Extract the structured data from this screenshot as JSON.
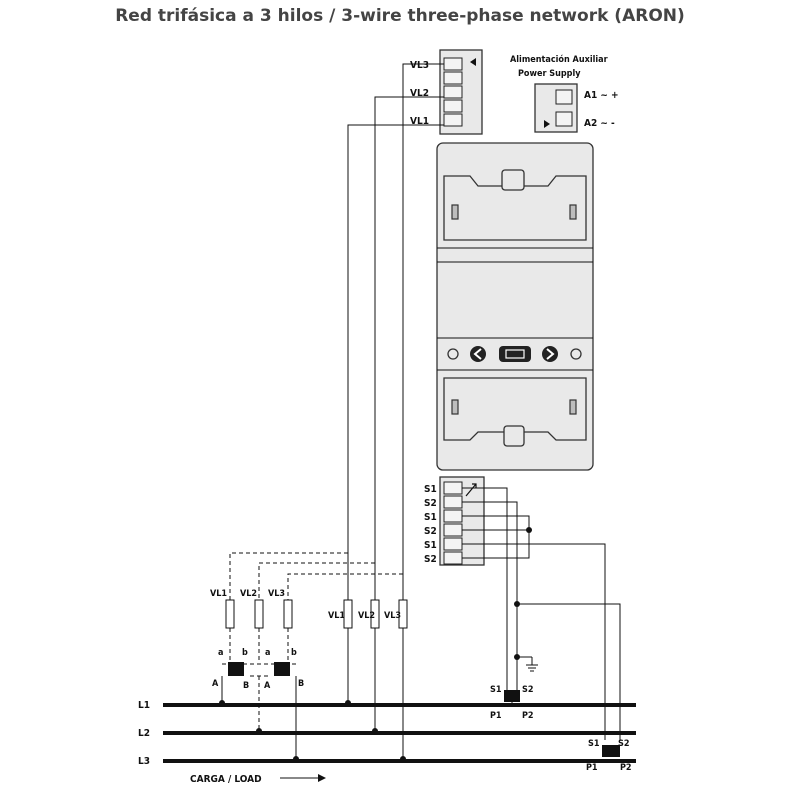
{
  "title": "Red trifásica a 3 hilos / 3-wire three-phase network (ARON)",
  "power_supply": {
    "label_es": "Alimentación Auxiliar",
    "label_en": "Power Supply",
    "terminals": [
      "A1 ~ +",
      "A2 ~ -"
    ]
  },
  "voltage_terminals": [
    "VL3",
    "VL2",
    "VL1"
  ],
  "current_terminals": [
    "S1",
    "S2",
    "S1",
    "S2",
    "S1",
    "S2"
  ],
  "lines": [
    "L1",
    "L2",
    "L3"
  ],
  "load_label": "CARGA / LOAD",
  "vt_fuses": [
    "VL1",
    "VL2",
    "VL3"
  ],
  "direct_fuses": [
    "VL1",
    "VL2",
    "VL3"
  ],
  "vt_labels": {
    "a": "a",
    "b": "b",
    "A": "A",
    "B": "B"
  },
  "ct1": {
    "s1": "S1",
    "s2": "S2",
    "p1": "P1",
    "p2": "P2"
  },
  "ct2": {
    "s1": "S1",
    "s2": "S2",
    "p1": "P1",
    "p2": "P2"
  }
}
